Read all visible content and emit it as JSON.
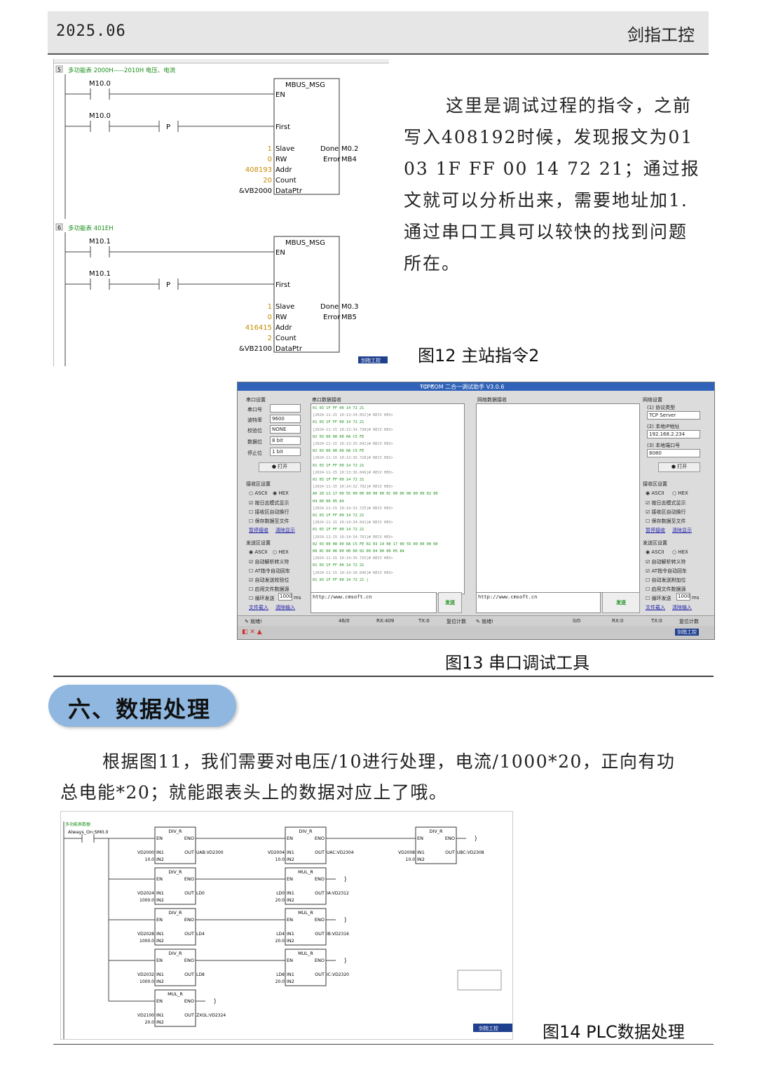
{
  "header": {
    "date": "2025.06",
    "brand": "剑指工控"
  },
  "fig12": {
    "rung5_comment": "多功能表  2000H-----2010H  电压、电流",
    "rung6_comment": "多功能表  401EH",
    "rung5_num": "5",
    "rung6_num": "6",
    "contact1": "M10.0",
    "contact1b": "M10.0",
    "contact2": "M10.1",
    "contact2b": "M10.1",
    "p_label": "P",
    "block_title": "MBUS_MSG",
    "pins": {
      "en": "EN",
      "first": "First",
      "slave": "Slave",
      "rw": "RW",
      "addr": "Addr",
      "count": "Count",
      "dataptr": "DataPtr",
      "done": "Done",
      "error": "Error"
    },
    "b1": {
      "slave": "1",
      "rw": "0",
      "addr": "408193",
      "count": "20",
      "dataptr": "&VB2000",
      "done": "M0.2",
      "error": "MB4"
    },
    "b2": {
      "slave": "1",
      "rw": "0",
      "addr": "416415",
      "count": "2",
      "dataptr": "&VB2100",
      "done": "M0.3",
      "error": "MB5"
    },
    "watermark": "剑指工控"
  },
  "intro_para": [
    "这里是调试过程的指令，之前",
    "写入408192时候，发现报文为01",
    "03 1F FF 00 14 72 21；通过报",
    "文就可以分析出来，需要地址加1.",
    "通过串口工具可以较快的找到问题",
    "所在。"
  ],
  "cap12": "图12 主站指令2",
  "tool": {
    "title": "TCPCOM  二合一调试助手  V3.0.6",
    "serial_settings": "串口设置",
    "port": "串口号",
    "baud": "波特率",
    "parity": "校验位",
    "databits": "数据位",
    "stopbits": "停止位",
    "baud_val": "9600",
    "parity_val": "NONE",
    "databits_val": "8 bit",
    "stopbits_val": "1 bit",
    "open": "打开",
    "recv_settings": "接收区设置",
    "ascii": "ASCII",
    "hex": "HEX",
    "r1": "按日志模式显示",
    "r2": "接收区自动换行",
    "r3": "保存数据至文件",
    "pause": "暂停接收",
    "clear": "清除显示",
    "send_settings": "发送区设置",
    "s1": "自动解析转义符",
    "s2": "AT指令自动回车",
    "s3": "自动发送校验位",
    "s4": "启用文件数据源",
    "s5": "循环发送",
    "interval": "1000",
    "ms": "ms",
    "file_load": "文件载入",
    "clear_input": "清除输入",
    "serial_recv": "串口数据接收",
    "net_recv": "网络数据接收",
    "net_settings": "网络设置",
    "proto": "(1) 协议类型",
    "proto_val": "TCP Server",
    "ip_label": "(2) 本地IP地址",
    "ip_val": "192.168.2.234",
    "port_label": "(3) 本地端口号",
    "port_val": "8080",
    "n1": "按日志模式显示",
    "n2": "接收区自动换行",
    "n3": "保存数据至文件",
    "ns1": "自动解析转义符",
    "ns2": "AT指令自动回车",
    "ns3": "自动发送附加位",
    "ns4": "启用文件数据源",
    "ns5": "循环发送",
    "send_text": "http://www.cmsoft.cn",
    "send": "发送",
    "status_ready": "就绪!",
    "counter1": "46/0",
    "rx1": "RX:409",
    "tx1": "TX:0",
    "reset": "复位计数",
    "counter2": "0/0",
    "rx2": "RX:0",
    "tx2": "TX:0",
    "log": [
      {
        "c": "g",
        "s": "01 03 1F FF 00 14 72 21"
      },
      {
        "c": "t",
        "s": "[2024-11-15 10:13:34.052]# RECV HEX>"
      },
      {
        "c": "g",
        "s": "01 03 1F FF 00 14 72 21"
      },
      {
        "c": "t",
        "s": "[2024-11-15 10:13:34.738]# RECV HEX>"
      },
      {
        "c": "g",
        "s": "02 03 00 00 00 0A C5 FE"
      },
      {
        "c": "t",
        "s": "[2024-11-15 10:13:35.042]# RECV HEX>"
      },
      {
        "c": "g",
        "s": "02 03 00 00 00 0A C5 FE"
      },
      {
        "c": "t",
        "s": "[2024-11-15 10:13:35.728]# RECV HEX>"
      },
      {
        "c": "g",
        "s": "01 03 1F FF 00 14 72 21"
      },
      {
        "c": "t",
        "s": "[2024-11-15 10:13:36.046]# RECV HEX>"
      },
      {
        "c": "g",
        "s": "01 03 1F FF 00 14 72 21"
      },
      {
        "c": "t",
        "s": "[2024-11-15 10:14:32.792]# RECV HEX>"
      },
      {
        "c": "g",
        "s": "A0 20 11 17 00 55 00 00 00 00 00 0C 00 06 00 00 00 02 00"
      },
      {
        "c": "g",
        "s": "04 00 00 05 84"
      },
      {
        "c": "t",
        "s": "[2024-11-15 10:14:33.725]# RECV HEX>"
      },
      {
        "c": "g",
        "s": "01 03 1F FF 00 14 72 21"
      },
      {
        "c": "t",
        "s": "[2024-11-15 10:14:34.041]# RECV HEX>"
      },
      {
        "c": "g",
        "s": "01 03 1F FF 00 14 72 21"
      },
      {
        "c": "t",
        "s": "[2024-11-15 10:14:34.791]# RECV HEX>"
      },
      {
        "c": "g",
        "s": "02 03 00 00 00 0A C5 FE 02 03 14 00 17 00 55 00 00 00 00"
      },
      {
        "c": "g",
        "s": "00 0C 00 06 00 00 00 02 00 04 00 00 05 84"
      },
      {
        "c": "t",
        "s": "[2024-11-15 10:14:35.725]# RECV HEX>"
      },
      {
        "c": "g",
        "s": "01 03 1F FF 00 14 72 21"
      },
      {
        "c": "t",
        "s": "[2024-11-15 10:14:36.046]# RECV HEX>"
      },
      {
        "c": "g",
        "s": "01 03 1F FF 00 14 72 21 |"
      }
    ]
  },
  "cap13": "图13 串口调试工具",
  "section_title": "六、数据处理",
  "body_para": [
    "根据图11，我们需要对电压/10进行处理，电流/1000*20，正向有功",
    "总电能*20；就能跟表头上的数据对应上了哦。"
  ],
  "fig14": {
    "comment": "多功能表数据",
    "always_on": "Always_On:SM0.0",
    "en": "EN",
    "eno": "ENO",
    "in1": "IN1",
    "in2": "IN2",
    "out": "OUT",
    "blocks": [
      {
        "t": "DIV_R",
        "in1": "VD2000",
        "in2": "10.0",
        "out": "UAB:VD2300"
      },
      {
        "t": "DIV_R",
        "in1": "VD2004",
        "in2": "10.0",
        "out": "UAC:VD2304"
      },
      {
        "t": "DIV_R",
        "in1": "VD2008",
        "in2": "10.0",
        "out": "UBC:VD2308"
      },
      {
        "t": "DIV_R",
        "in1": "VD2024",
        "in2": "1000.0",
        "out": "LD0"
      },
      {
        "t": "MUL_R",
        "in1": "LD0",
        "in2": "20.0",
        "out": "IA:VD2312"
      },
      {
        "t": "DIV_R",
        "in1": "VD2028",
        "in2": "1000.0",
        "out": "LD4"
      },
      {
        "t": "MUL_R",
        "in1": "LD4",
        "in2": "20.0",
        "out": "IB:VD2316"
      },
      {
        "t": "DIV_R",
        "in1": "VD2032",
        "in2": "1000.0",
        "out": "LD8"
      },
      {
        "t": "MUL_R",
        "in1": "LD8",
        "in2": "20.0",
        "out": "IC:VD2320"
      },
      {
        "t": "MUL_R",
        "in1": "VD2100",
        "in2": "20.0",
        "out": "ZXGL:VD2324"
      }
    ],
    "watermark": "剑指工控"
  },
  "cap14": "图14 PLC数据处理"
}
